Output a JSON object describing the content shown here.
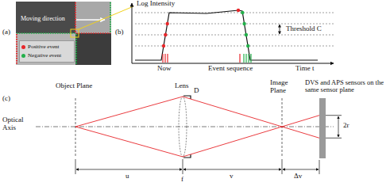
{
  "diagram": {
    "labels": [
      "(a)",
      "Moving direction",
      "(b)",
      "Log Intensity",
      "Threshold C",
      "Now",
      "Event sequence",
      "Time t",
      "(c)",
      "Object Plane",
      "Lens",
      "Image Plane",
      "DVS and APS sensors on the same sensor plane",
      "Optical Axis",
      "D",
      "2r",
      "u",
      "f",
      "v",
      "Δv"
    ],
    "legend": [
      {
        "text": "Positive event",
        "color": "#e8262a"
      },
      {
        "text": "Negative event",
        "color": "#22b04a"
      }
    ]
  }
}
